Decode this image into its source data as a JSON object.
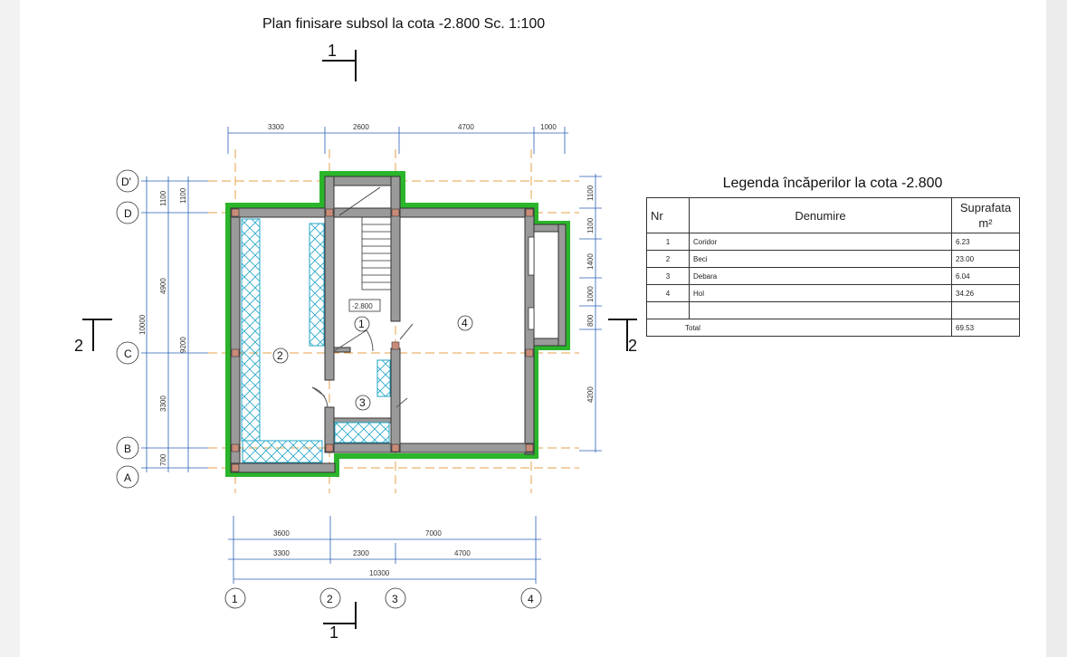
{
  "title": "Plan finisare subsol la cota -2.800  Sc. 1:100",
  "legend": {
    "title": "Legenda încăperilor la cota -2.800",
    "headers": {
      "nr": "Nr",
      "name": "Denumire",
      "area_line1": "Suprafata",
      "area_line2": "m²"
    },
    "rows": [
      {
        "nr": "1",
        "name": "Coridor",
        "area": "6.23"
      },
      {
        "nr": "2",
        "name": "Beci",
        "area": "23.00"
      },
      {
        "nr": "3",
        "name": "Debara",
        "area": "6.04"
      },
      {
        "nr": "4",
        "name": "Hol",
        "area": "34.26"
      }
    ],
    "total_label": "Total",
    "total_value": "69.53"
  },
  "plan": {
    "level_mark": "-2.800",
    "rooms": [
      "1",
      "2",
      "3",
      "4"
    ],
    "axes_grid": [
      "1",
      "2",
      "3",
      "4"
    ],
    "axes_rows": [
      "D'",
      "D",
      "C",
      "B",
      "A"
    ],
    "section_1": "1",
    "section_2": "2",
    "dims_top": [
      "3300",
      "2600",
      "4700",
      "1000"
    ],
    "dims_bottom_1": [
      "3600",
      "7000"
    ],
    "dims_bottom_2": [
      "3300",
      "2300",
      "4700"
    ],
    "dims_bottom_total": "10300",
    "dims_left_outer": "10000",
    "dims_left_mid": [
      "1100",
      "4900",
      "3300",
      "700"
    ],
    "dims_left_inner_top": "1100",
    "dims_left_inner_mid": "9200",
    "dims_right": [
      "1100",
      "1100",
      "1400",
      "1000",
      "800",
      "4200"
    ]
  },
  "colors": {
    "wall_outline": "#2bb52b",
    "wall_fill": "#9a9a9a",
    "dimension_blue": "#2a5fb5",
    "axis_orange": "#e6a04a",
    "hatch_cyan": "#22a6c8"
  }
}
